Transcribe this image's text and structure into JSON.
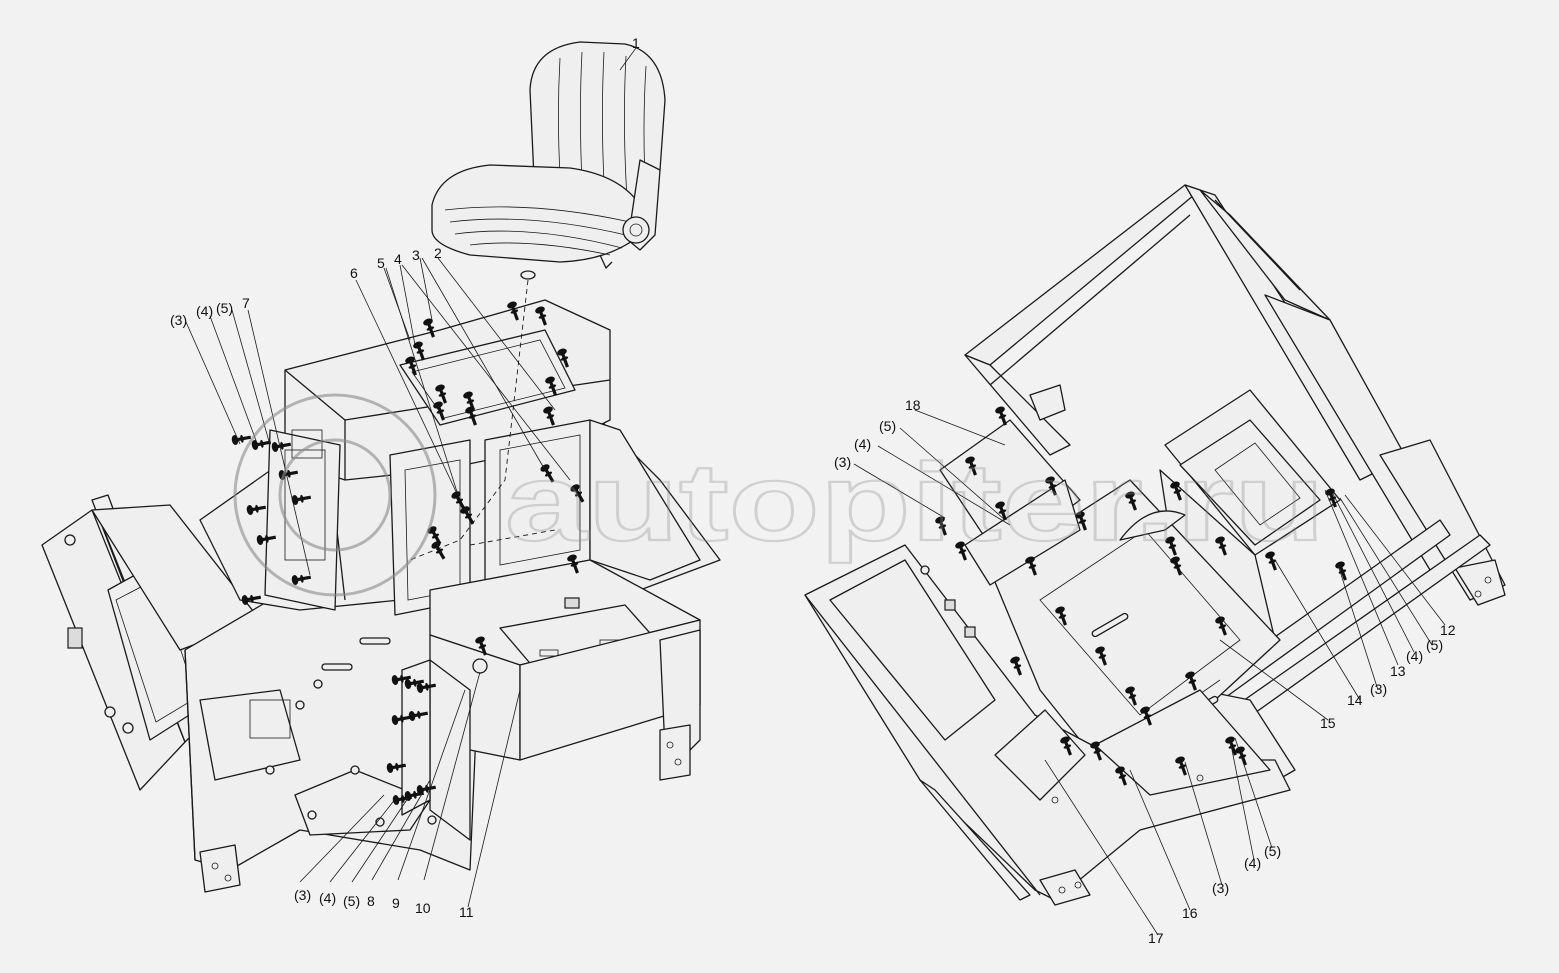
{
  "watermark": "autopiter.ru",
  "callouts": {
    "c1": "1",
    "c2": "2",
    "c3a": "3",
    "c4a": "4",
    "c5a": "5",
    "c6": "6",
    "c7": "7",
    "c3b": "(3)",
    "c4b": "(4)",
    "c5b": "(5)",
    "c3c": "(3)",
    "c4c": "(4)",
    "c5c": "(5)",
    "c8": "8",
    "c9": "9",
    "c10": "10",
    "c11": "11",
    "c18": "18",
    "c5d": "(5)",
    "c4d": "(4)",
    "c3d": "(3)",
    "c12": "12",
    "c5e": "(5)",
    "c4e": "(4)",
    "c13": "13",
    "c3e": "(3)",
    "c14": "14",
    "c15": "15",
    "c5f": "(5)",
    "c4f": "(4)",
    "c3f": "(3)",
    "c16": "16",
    "c17": "17"
  }
}
